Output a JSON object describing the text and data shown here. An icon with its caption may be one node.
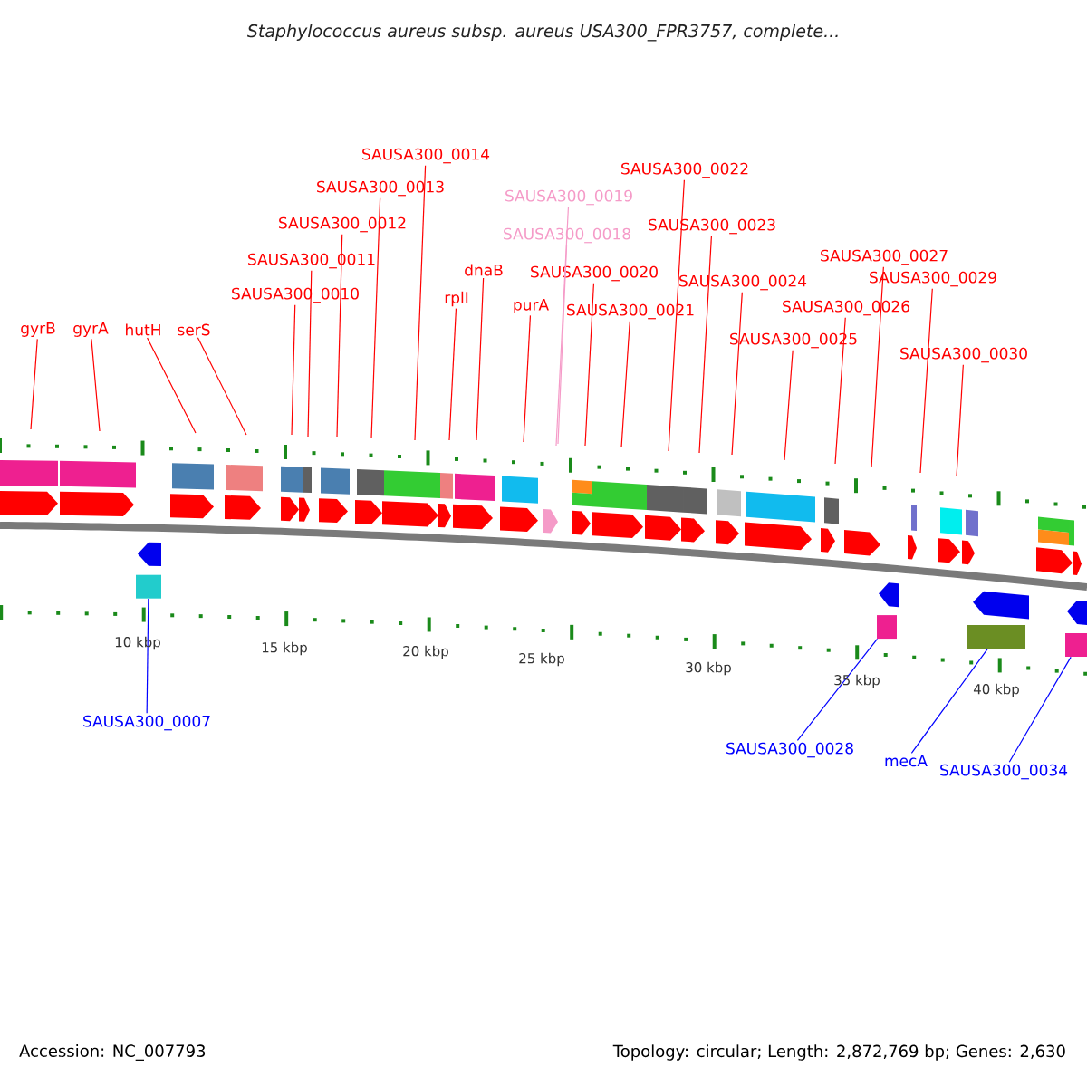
{
  "diagram": {
    "title": "Staphylococcus aureus subsp. aureus USA300_FPR3757, complete...",
    "nodes": [
      {
        "text": [
          "gyrB"
        ]
      },
      {
        "text": [
          "gyrA"
        ]
      },
      {
        "text": [
          "hutH"
        ]
      },
      {
        "text": [
          "serS"
        ]
      },
      {
        "text": [
          "SAUSA300_0010"
        ]
      },
      {
        "text": [
          "SAUSA300_0011"
        ]
      },
      {
        "text": [
          "SAUSA300_0012"
        ]
      },
      {
        "text": [
          "SAUSA300_0013"
        ]
      },
      {
        "text": [
          "SAUSA300_0014"
        ]
      },
      {
        "text": [
          "rplI"
        ]
      },
      {
        "text": [
          "dnaB"
        ]
      },
      {
        "text": [
          "purA"
        ]
      },
      {
        "text": [
          "SAUSA300_0019"
        ]
      },
      {
        "text": [
          "SAUSA300_0018"
        ]
      },
      {
        "text": [
          "SAUSA300_0020"
        ]
      },
      {
        "text": [
          "SAUSA300_0021"
        ]
      },
      {
        "text": [
          "SAUSA300_0022"
        ]
      },
      {
        "text": [
          "SAUSA300_0023"
        ]
      },
      {
        "text": [
          "SAUSA300_0024"
        ]
      },
      {
        "text": [
          "SAUSA300_0025"
        ]
      },
      {
        "text": [
          "SAUSA300_0026"
        ]
      },
      {
        "text": [
          "SAUSA300_0027"
        ]
      },
      {
        "text": [
          "SAUSA300_0029"
        ]
      },
      {
        "text": [
          "SAUSA300_0030"
        ]
      },
      {
        "text": [
          "SAUSA300_0007"
        ]
      },
      {
        "text": [
          "SAUSA300_0028"
        ]
      },
      {
        "text": [
          "mecA"
        ]
      },
      {
        "text": [
          "SAUSA300_0034"
        ]
      },
      {
        "text": [],
        "shape": "box"
      },
      {
        "text": [],
        "shape": "box"
      },
      {
        "text": [],
        "shape": "box"
      },
      {
        "text": [],
        "shape": "box"
      }
    ],
    "edges": [
      {
        "from": 0,
        "to": null,
        "arrow": "none"
      },
      {
        "from": 1,
        "to": null,
        "arrow": "none"
      },
      {
        "from": 2,
        "to": null,
        "arrow": "none"
      },
      {
        "from": 3,
        "to": null,
        "arrow": "none"
      },
      {
        "from": 4,
        "to": null,
        "arrow": "none"
      },
      {
        "from": 5,
        "to": null,
        "arrow": "none"
      },
      {
        "from": 6,
        "to": null,
        "arrow": "none"
      },
      {
        "from": 7,
        "to": null,
        "arrow": "none"
      },
      {
        "from": 8,
        "to": null,
        "arrow": "none"
      },
      {
        "from": 9,
        "to": null,
        "arrow": "none"
      },
      {
        "from": 10,
        "to": null,
        "arrow": "none"
      },
      {
        "from": 11,
        "to": null,
        "arrow": "none"
      },
      {
        "from": 12,
        "to": null,
        "arrow": "none",
        "color": "#f59bc8"
      },
      {
        "from": 13,
        "to": null,
        "arrow": "none",
        "color": "#f59bc8"
      },
      {
        "from": 14,
        "to": null,
        "arrow": "none"
      },
      {
        "from": 15,
        "to": null,
        "arrow": "none"
      },
      {
        "from": 16,
        "to": null,
        "arrow": "none"
      },
      {
        "from": 17,
        "to": null,
        "arrow": "none"
      },
      {
        "from": 18,
        "to": null,
        "arrow": "none"
      },
      {
        "from": 19,
        "to": null,
        "arrow": "none"
      },
      {
        "from": 20,
        "to": null,
        "arrow": "none"
      },
      {
        "from": 21,
        "to": null,
        "arrow": "none"
      },
      {
        "from": 22,
        "to": null,
        "arrow": "none"
      },
      {
        "from": 23,
        "to": null,
        "arrow": "none"
      },
      {
        "from": 24,
        "to": 28,
        "arrow": "none",
        "color": "#0000ff"
      },
      {
        "from": 25,
        "to": 29,
        "arrow": "none",
        "color": "#0000ff"
      },
      {
        "from": 26,
        "to": 30,
        "arrow": "none",
        "color": "#0000ff"
      },
      {
        "from": 27,
        "to": 31,
        "arrow": "none",
        "color": "#0000ff"
      }
    ],
    "labels": [
      "10 kbp",
      "15 kbp",
      "20 kbp",
      "25 kbp",
      "30 kbp",
      "35 kbp",
      "40 kbp",
      "Accession: NC_007793",
      "Topology: circular; Length: 2,872,769 bp; Genes: 2,630"
    ]
  }
}
